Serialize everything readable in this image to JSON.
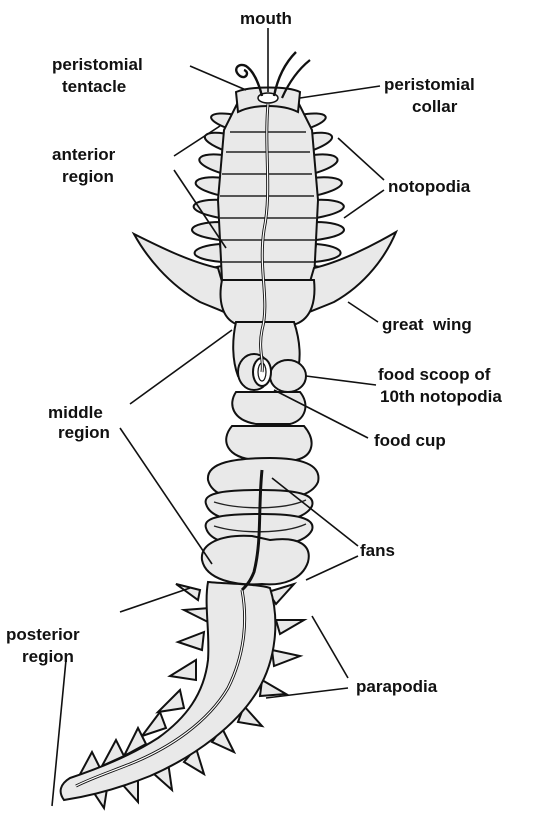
{
  "labels": {
    "mouth": "mouth",
    "peristomial_tentacle_1": "peristomial",
    "peristomial_tentacle_2": "tentacle",
    "peristomial_collar_1": "peristomial",
    "peristomial_collar_2": "collar",
    "anterior_region_1": "anterior",
    "anterior_region_2": "region",
    "notopodia": "notopodia",
    "great_wing": "great  wing",
    "food_scoop_1": "food scoop of",
    "food_scoop_2": "10th notopodia",
    "middle_region_1": "middle",
    "middle_region_2": "region",
    "food_cup": "food cup",
    "fans": "fans",
    "posterior_region_1": "posterior",
    "posterior_region_2": "region",
    "parapodia": "parapodia"
  }
}
